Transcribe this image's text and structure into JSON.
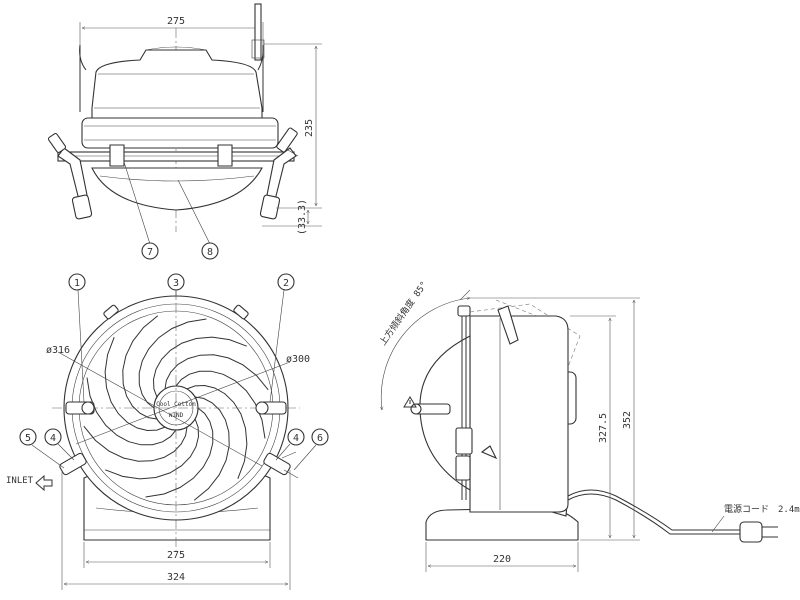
{
  "colors": {
    "line": "#333333",
    "center_line": "#666666",
    "background": "#ffffff"
  },
  "top_view": {
    "dims": {
      "width": "275",
      "height": "235",
      "offset": "(33.3)"
    },
    "callouts": {
      "seven": "7",
      "eight": "8"
    }
  },
  "front_view": {
    "dims": {
      "base_inner": "275",
      "base_outer": "324",
      "outer_diameter": "ø316",
      "inner_diameter": "ø300"
    },
    "callouts": {
      "one": "1",
      "two": "2",
      "three": "3",
      "four_left": "4",
      "four_right": "4",
      "five": "5",
      "six": "6"
    },
    "fan_label_1": "Cool Cotton",
    "fan_label_2": "WIND",
    "inlet": "INLET",
    "inlet_icon": "inlet-arrow-icon"
  },
  "side_view": {
    "dims": {
      "depth": "220",
      "height_inner": "327.5",
      "height_total": "352"
    },
    "tilt_label": "上方傾斜角度 85°",
    "cord_label": "電源コード　2.4m",
    "warning_icon": "warning-triangle-icon"
  }
}
